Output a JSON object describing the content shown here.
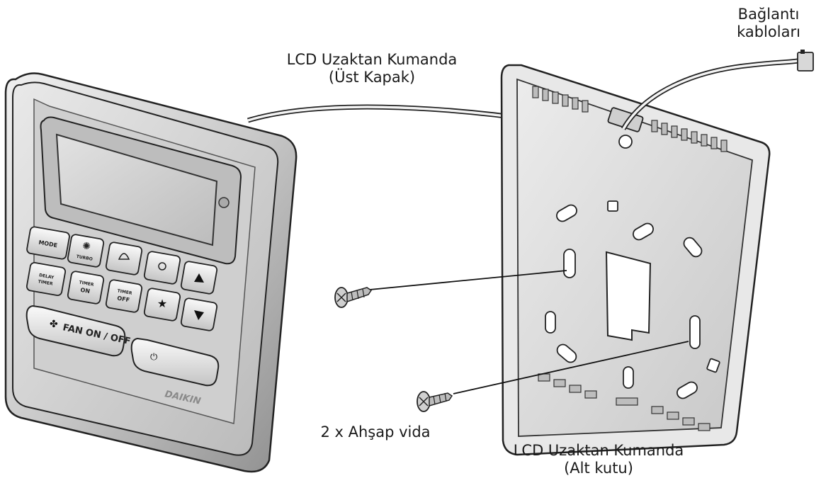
{
  "labels": {
    "top_cover_line1": "LCD Uzaktan Kumanda",
    "top_cover_line2": "(Üst Kapak)",
    "cables_line1": "Bağlantı",
    "cables_line2": "kabloları",
    "screws": "2 x Ahşap vida",
    "bottom_box_line1": "LCD Uzaktan Kumanda",
    "bottom_box_line2": "(Alt kutu)"
  },
  "remote": {
    "buttons": {
      "mode": "MODE",
      "turbo": "TURBO",
      "delay_timer_1": "DELAY",
      "delay_timer_2": "TIMER",
      "timer_on_1": "TIMER",
      "timer_on_2": "ON",
      "timer_off_1": "TIMER",
      "timer_off_2": "OFF",
      "fan_on_off": "FAN ON / OFF"
    },
    "brand": "DAIKIN"
  },
  "colors": {
    "line": "#222222",
    "housing_light": "#e4e4e4",
    "housing_dark": "#9a9a9a",
    "screen": "#d2d2d2",
    "plate": "#dcdcdc"
  }
}
